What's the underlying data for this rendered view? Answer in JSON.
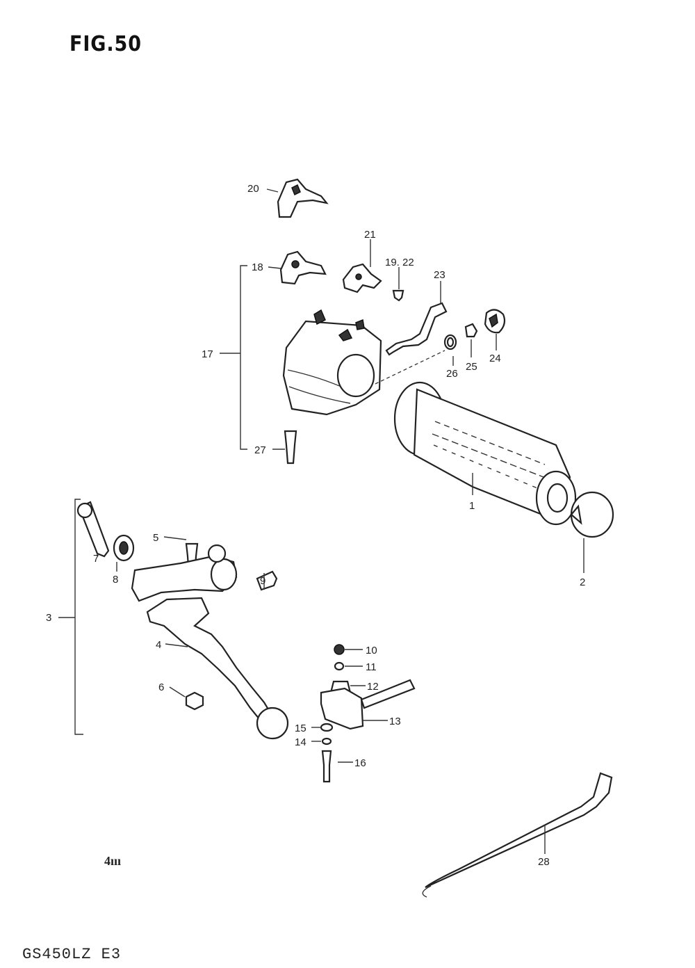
{
  "figure": {
    "title": "FIG.50",
    "model": "GS450LZ E3",
    "stamp": "4ııı"
  },
  "callouts": [
    {
      "id": "c1",
      "text": "1"
    },
    {
      "id": "c2",
      "text": "2"
    },
    {
      "id": "c3",
      "text": "3"
    },
    {
      "id": "c4",
      "text": "4"
    },
    {
      "id": "c5",
      "text": "5"
    },
    {
      "id": "c6",
      "text": "6"
    },
    {
      "id": "c7",
      "text": "7"
    },
    {
      "id": "c8",
      "text": "8"
    },
    {
      "id": "c9",
      "text": "9"
    },
    {
      "id": "c10",
      "text": "10"
    },
    {
      "id": "c11",
      "text": "11"
    },
    {
      "id": "c12",
      "text": "12"
    },
    {
      "id": "c13",
      "text": "13"
    },
    {
      "id": "c14",
      "text": "14"
    },
    {
      "id": "c15",
      "text": "15"
    },
    {
      "id": "c16",
      "text": "16"
    },
    {
      "id": "c17",
      "text": "17"
    },
    {
      "id": "c18",
      "text": "18"
    },
    {
      "id": "c19",
      "text": "19. 22"
    },
    {
      "id": "c20",
      "text": "20"
    },
    {
      "id": "c21",
      "text": "21"
    },
    {
      "id": "c23",
      "text": "23"
    },
    {
      "id": "c24",
      "text": "24"
    },
    {
      "id": "c25",
      "text": "25"
    },
    {
      "id": "c26",
      "text": "26"
    },
    {
      "id": "c27",
      "text": "27"
    },
    {
      "id": "c28",
      "text": "28"
    }
  ]
}
